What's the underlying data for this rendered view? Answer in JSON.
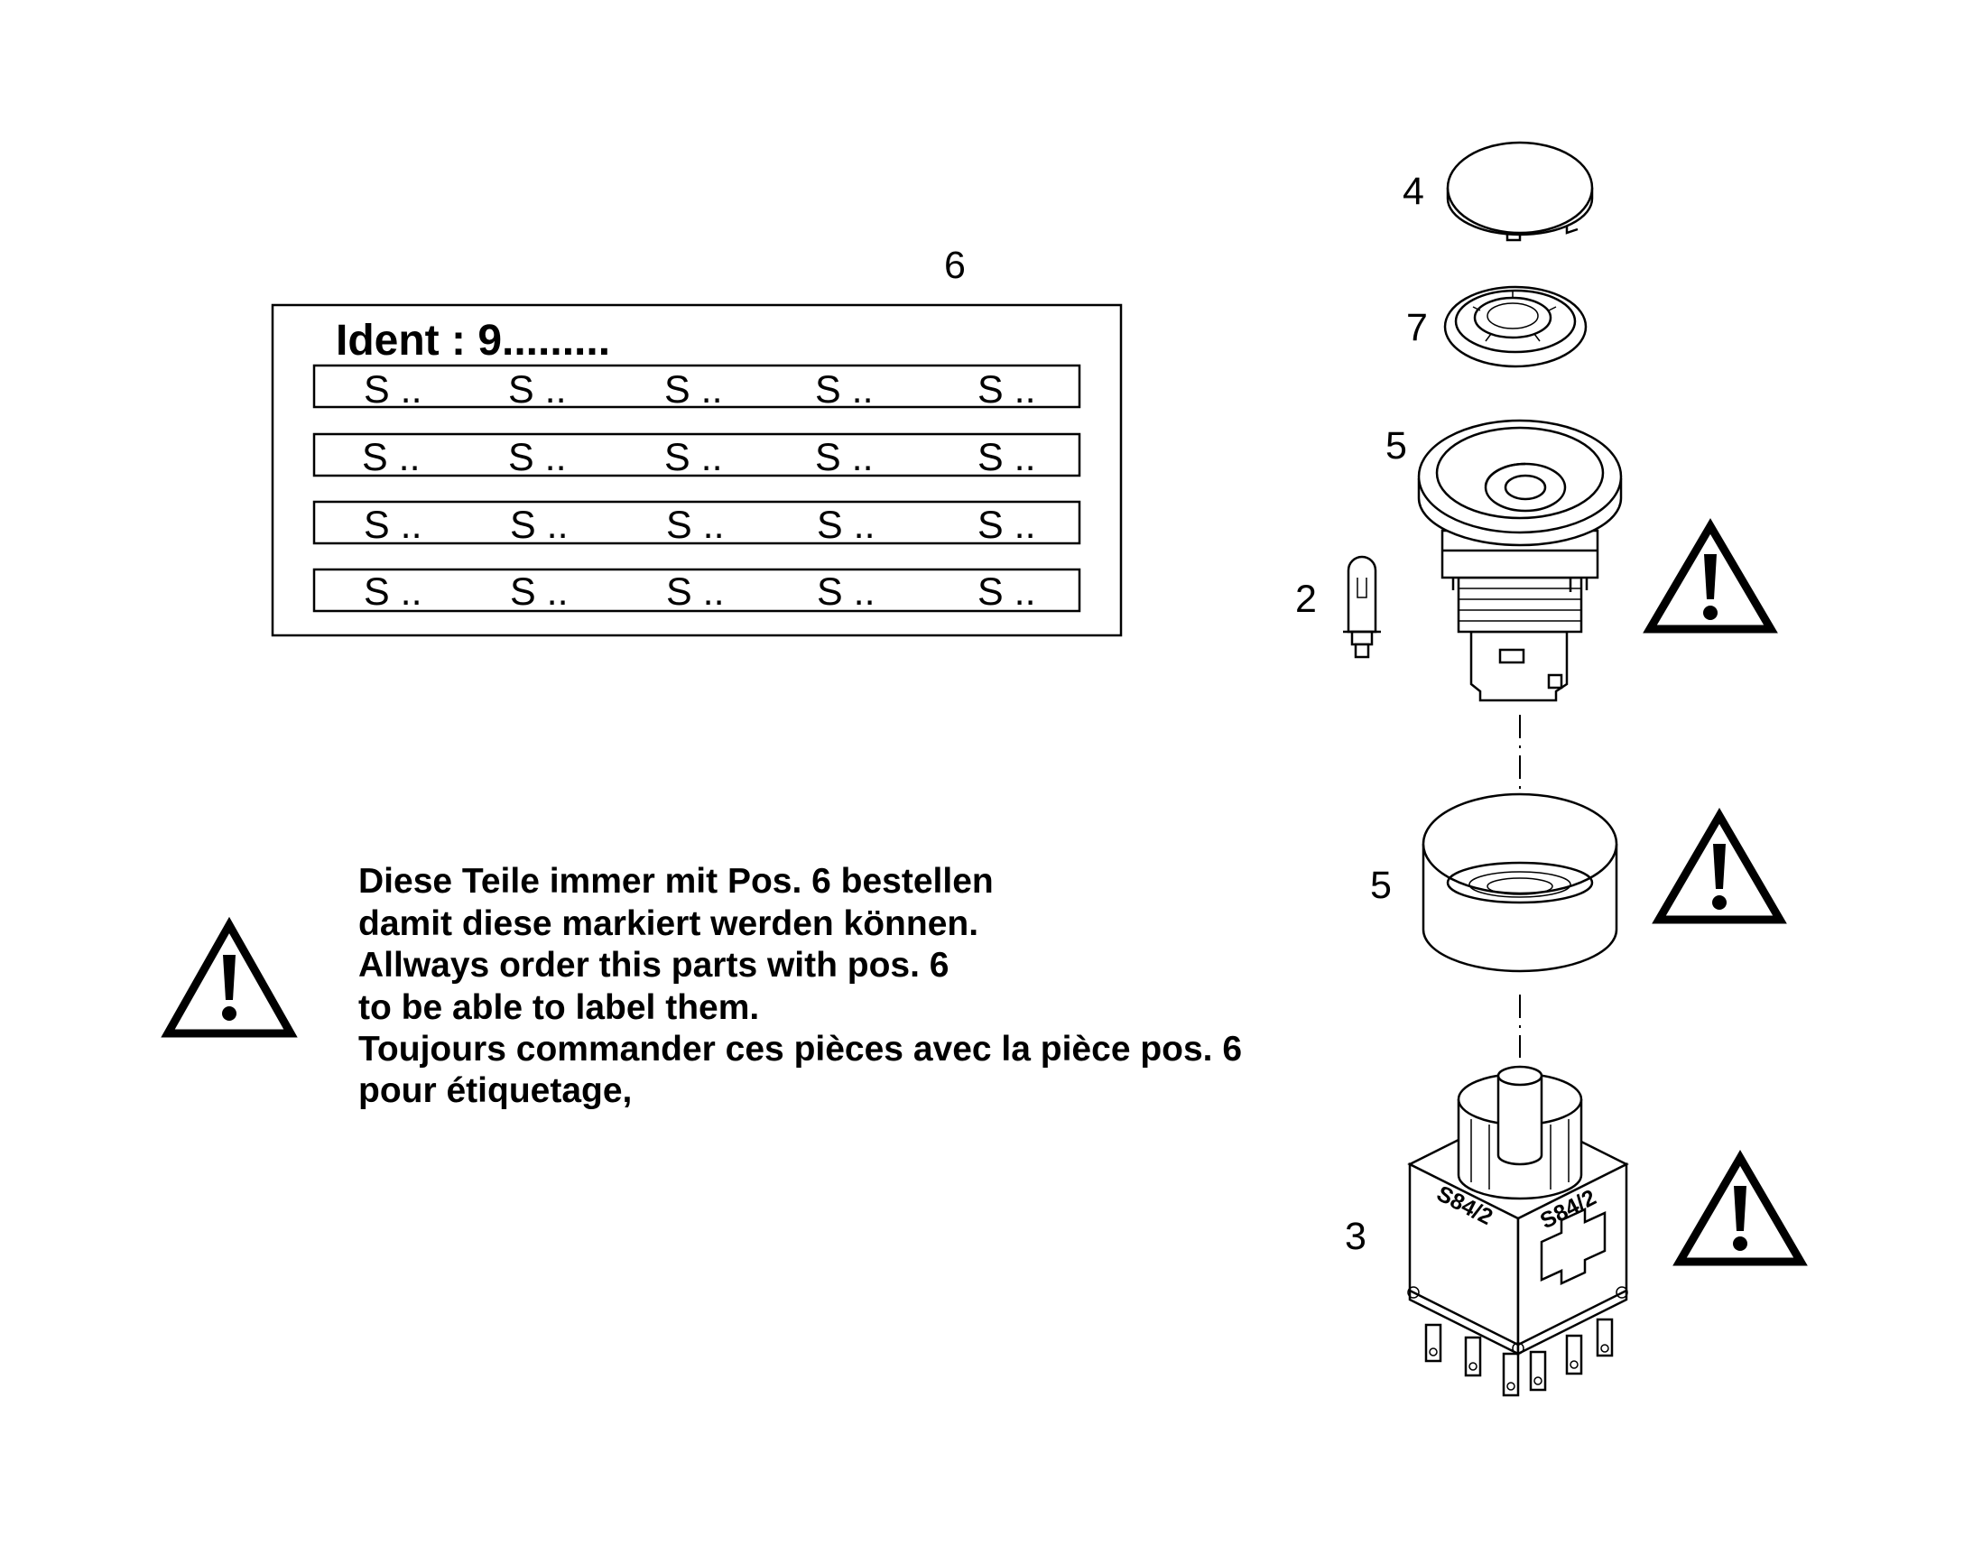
{
  "label_sheet": {
    "position_label": "6",
    "ident_text": "Ident : 9.........",
    "rows": [
      [
        "S ..",
        "S ..",
        "S ..",
        "S ..",
        "S .."
      ],
      [
        "S ..",
        "S ..",
        "S ..",
        "S ..",
        "S .."
      ],
      [
        "S ..",
        "S ..",
        "S ..",
        "S ..",
        "S .."
      ],
      [
        "S ..",
        "S ..",
        "S ..",
        "S ..",
        "S .."
      ]
    ]
  },
  "note": {
    "lines": [
      "Diese Teile immer mit Pos. 6   bestellen",
      "damit diese markiert werden können.",
      "Allways order this parts with pos. 6",
      "to be able to label them.",
      "Toujours commander ces pièces avec la pièce pos. 6",
      "pour étiquetage,"
    ]
  },
  "parts": {
    "cap_label": "4",
    "insert_label": "7",
    "actuator_label": "5",
    "lamp_label": "2",
    "collar_label": "5",
    "switch_label": "3",
    "switch_marking": "S84/2"
  },
  "colors": {
    "line": "#000000",
    "background": "#ffffff"
  },
  "icons": [
    "warning-icon"
  ]
}
